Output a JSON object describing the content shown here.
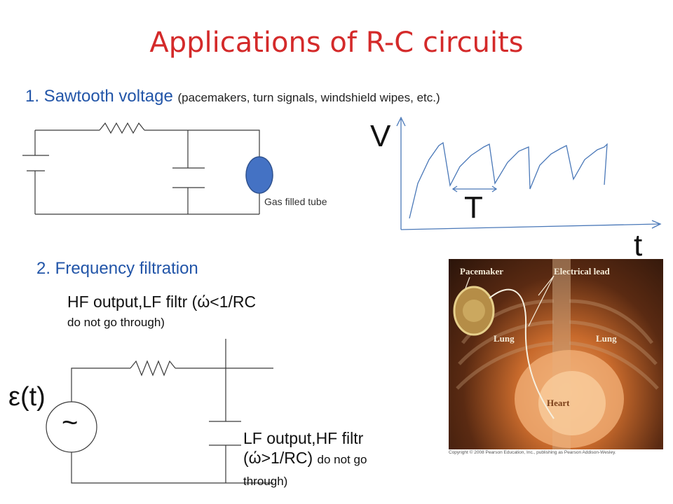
{
  "slide": {
    "title": "Applications of R-C circuits",
    "item1_main": "1. Sawtooth voltage",
    "item1_paren": "(pacemakers, turn signals, windshield wipes, etc.)",
    "gas_tube_label": "Gas filled tube",
    "graph": {
      "y_label": "V",
      "period_label": "T",
      "x_label": "t"
    },
    "item2": "2. Frequency filtration",
    "hf_main": "HF output,LF filtr (ώ<1/RC",
    "hf_small": "do not go through)",
    "source_label": "ε(t)",
    "source_symbol": "~",
    "lf_main": "LF output,HF filtr (ώ>1/RC)",
    "lf_small": "do not go through)",
    "photo": {
      "pacemaker": "Pacemaker",
      "lead": "Electrical lead",
      "lung_left": "Lung",
      "lung_right": "Lung",
      "heart": "Heart",
      "copyright": "Copyright © 2008 Pearson Education, Inc., publishing as Pearson Addison-Wesley."
    }
  }
}
